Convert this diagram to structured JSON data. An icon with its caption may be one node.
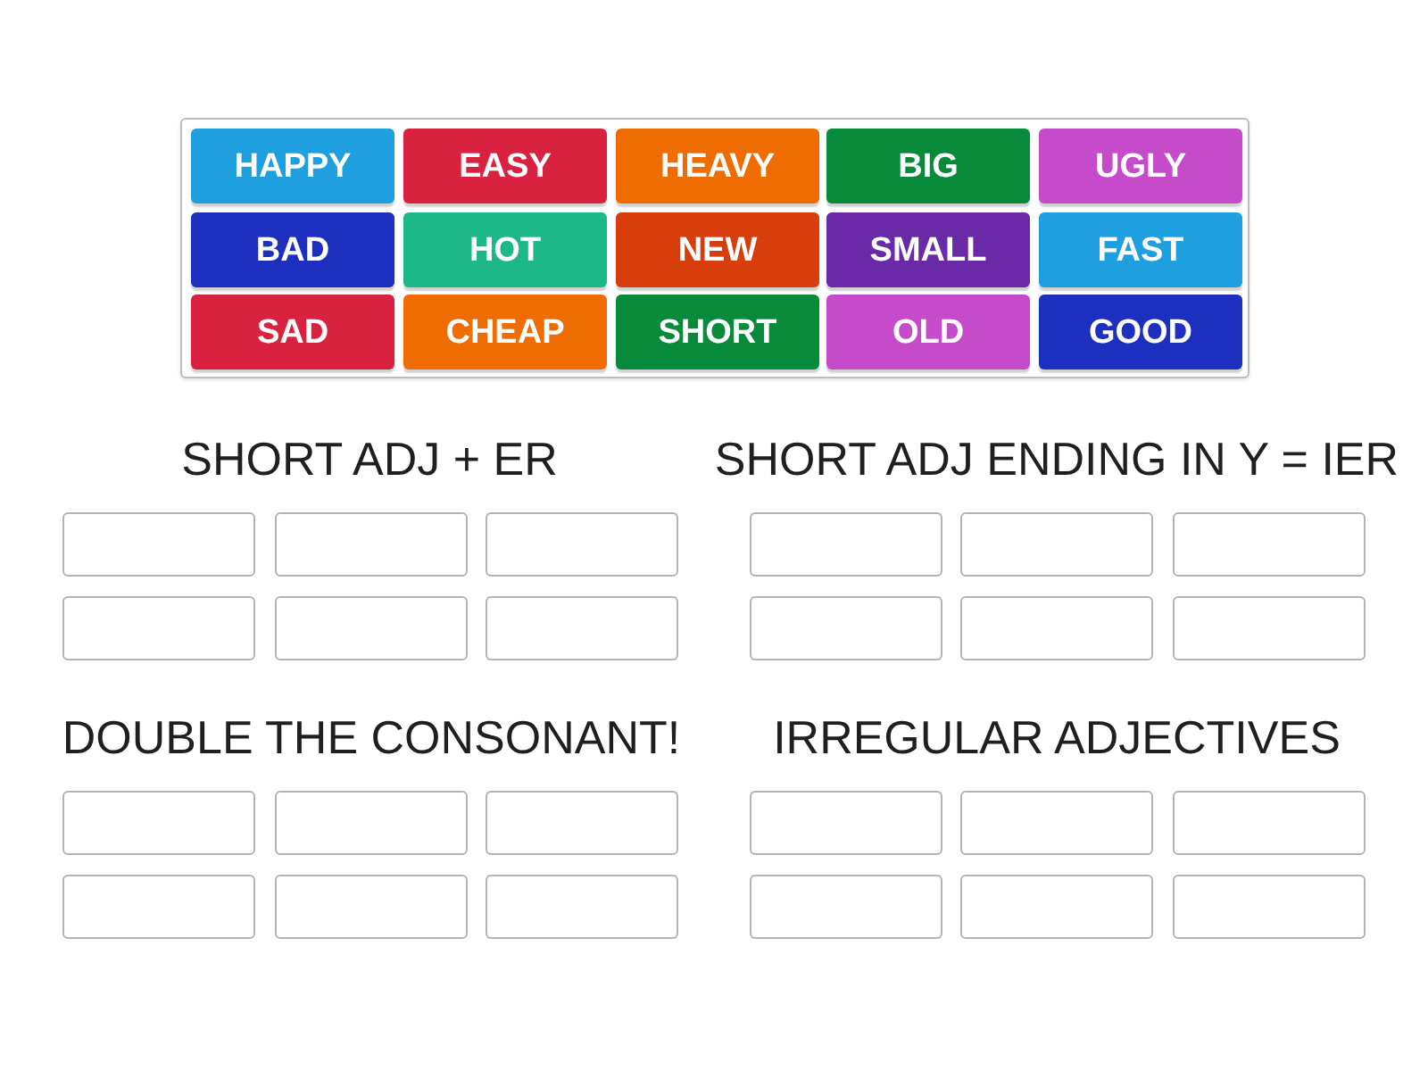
{
  "diagram": {
    "nodes": [
      {
        "text": [],
        "shape": "box"
      },
      {
        "text": [
          "HAPPY"
        ],
        "in": 0
      },
      {
        "text": [
          "EASY"
        ],
        "in": 0
      },
      {
        "text": [
          "HEAVY"
        ],
        "in": 0
      },
      {
        "text": [
          "BIG"
        ],
        "in": 0
      },
      {
        "text": [
          "UGLY"
        ],
        "in": 0
      },
      {
        "text": [
          "BAD"
        ],
        "in": 0
      },
      {
        "text": [
          "HOT"
        ],
        "in": 0
      },
      {
        "text": [
          "NEW"
        ],
        "in": 0
      },
      {
        "text": [
          "SMALL"
        ],
        "in": 0
      },
      {
        "text": [
          "FAST"
        ],
        "in": 0
      },
      {
        "text": [
          "SAD"
        ],
        "in": 0
      },
      {
        "text": [
          "CHEAP"
        ],
        "in": 0
      },
      {
        "text": [
          "SHORT"
        ],
        "in": 0
      },
      {
        "text": [
          "OLD"
        ],
        "in": 0
      },
      {
        "text": [
          "GOOD"
        ],
        "in": 0
      },
      {
        "text": [],
        "shape": "box"
      },
      {
        "text": [],
        "shape": "box"
      },
      {
        "text": [],
        "shape": "box"
      },
      {
        "text": [],
        "shape": "box"
      },
      {
        "text": [],
        "shape": "box"
      },
      {
        "text": [],
        "shape": "box"
      },
      {
        "text": [],
        "shape": "box"
      },
      {
        "text": [],
        "shape": "box"
      },
      {
        "text": [],
        "shape": "box"
      },
      {
        "text": [],
        "shape": "box"
      },
      {
        "text": [],
        "shape": "box"
      },
      {
        "text": [],
        "shape": "box"
      },
      {
        "text": [],
        "shape": "box"
      },
      {
        "text": [],
        "shape": "box"
      },
      {
        "text": [],
        "shape": "box"
      },
      {
        "text": [],
        "shape": "box"
      },
      {
        "text": [],
        "shape": "box"
      },
      {
        "text": [],
        "shape": "box"
      },
      {
        "text": [],
        "shape": "box"
      },
      {
        "text": [],
        "shape": "box"
      },
      {
        "text": [],
        "shape": "box"
      },
      {
        "text": [],
        "shape": "box"
      },
      {
        "text": [],
        "shape": "box"
      },
      {
        "text": [],
        "shape": "box"
      }
    ],
    "labels": [
      "SHORT ADJ + ER",
      "SHORT ADJ ENDING IN Y = IER",
      "DOUBLE THE CONSONANT!",
      "IRREGULAR ADJECTIVES"
    ]
  }
}
